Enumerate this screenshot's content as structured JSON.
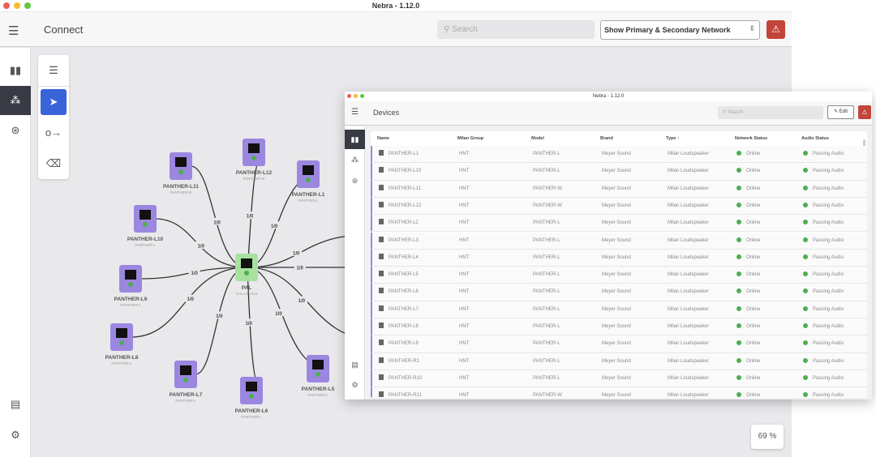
{
  "app": {
    "title": "Nebra - 1.12.0"
  },
  "main": {
    "page_title": "Connect",
    "search_placeholder": "Search",
    "network_select": "Show Primary & Secondary Network",
    "zoom_level": "69 %"
  },
  "graph": {
    "center": {
      "name": "PAL",
      "model": "GALAXY-816"
    },
    "edge_label": "1/0",
    "nodes": [
      {
        "name": "PANTHER-L11",
        "model": "PANTHER-W"
      },
      {
        "name": "PANTHER-L12",
        "model": "PANTHER-W"
      },
      {
        "name": "PANTHER-L1",
        "model": "PANTHER-L"
      },
      {
        "name": "PANTHER-L10",
        "model": "PANTHER-L"
      },
      {
        "name": "PANTHER-L9",
        "model": "PANTHER-L"
      },
      {
        "name": "PANTHER-L8",
        "model": "PANTHER-L"
      },
      {
        "name": "PANTHER-L7",
        "model": "PANTHER-L"
      },
      {
        "name": "PANTHER-L6",
        "model": "PANTHER-L"
      },
      {
        "name": "PANTHER-L5",
        "model": "PANTHER-L"
      }
    ]
  },
  "devices": {
    "title": "Nebra - 1.12.0",
    "page_title": "Devices",
    "search_placeholder": "Search",
    "edit_label": "Edit",
    "columns": [
      "Name",
      "Milan Group",
      "Model",
      "Brand",
      "Type ↑",
      "Network Status",
      "Audio Status"
    ],
    "rows": [
      [
        "PANTHER-L1",
        "HNT",
        "PANTHER-L",
        "Meyer Sound",
        "Milan Loudspeaker",
        "Online",
        "Passing Audio"
      ],
      [
        "PANTHER-L10",
        "HNT",
        "PANTHER-L",
        "Meyer Sound",
        "Milan Loudspeaker",
        "Online",
        "Passing Audio"
      ],
      [
        "PANTHER-L11",
        "HNT",
        "PANTHER-W",
        "Meyer Sound",
        "Milan Loudspeaker",
        "Online",
        "Passing Audio"
      ],
      [
        "PANTHER-L12",
        "HNT",
        "PANTHER-W",
        "Meyer Sound",
        "Milan Loudspeaker",
        "Online",
        "Passing Audio"
      ],
      [
        "PANTHER-L2",
        "HNT",
        "PANTHER-L",
        "Meyer Sound",
        "Milan Loudspeaker",
        "Online",
        "Passing Audio"
      ],
      [
        "PANTHER-L3",
        "HNT",
        "PANTHER-L",
        "Meyer Sound",
        "Milan Loudspeaker",
        "Online",
        "Passing Audio"
      ],
      [
        "PANTHER-L4",
        "HNT",
        "PANTHER-L",
        "Meyer Sound",
        "Milan Loudspeaker",
        "Online",
        "Passing Audio"
      ],
      [
        "PANTHER-L5",
        "HNT",
        "PANTHER-L",
        "Meyer Sound",
        "Milan Loudspeaker",
        "Online",
        "Passing Audio"
      ],
      [
        "PANTHER-L6",
        "HNT",
        "PANTHER-L",
        "Meyer Sound",
        "Milan Loudspeaker",
        "Online",
        "Passing Audio"
      ],
      [
        "PANTHER-L7",
        "HNT",
        "PANTHER-L",
        "Meyer Sound",
        "Milan Loudspeaker",
        "Online",
        "Passing Audio"
      ],
      [
        "PANTHER-L8",
        "HNT",
        "PANTHER-L",
        "Meyer Sound",
        "Milan Loudspeaker",
        "Online",
        "Passing Audio"
      ],
      [
        "PANTHER-L9",
        "HNT",
        "PANTHER-L",
        "Meyer Sound",
        "Milan Loudspeaker",
        "Online",
        "Passing Audio"
      ],
      [
        "PANTHER-R1",
        "HNT",
        "PANTHER-L",
        "Meyer Sound",
        "Milan Loudspeaker",
        "Online",
        "Passing Audio"
      ],
      [
        "PANTHER-R10",
        "HNT",
        "PANTHER-L",
        "Meyer Sound",
        "Milan Loudspeaker",
        "Online",
        "Passing Audio"
      ],
      [
        "PANTHER-R11",
        "HNT",
        "PANTHER-W",
        "Meyer Sound",
        "Milan Loudspeaker",
        "Online",
        "Passing Audio"
      ]
    ]
  }
}
